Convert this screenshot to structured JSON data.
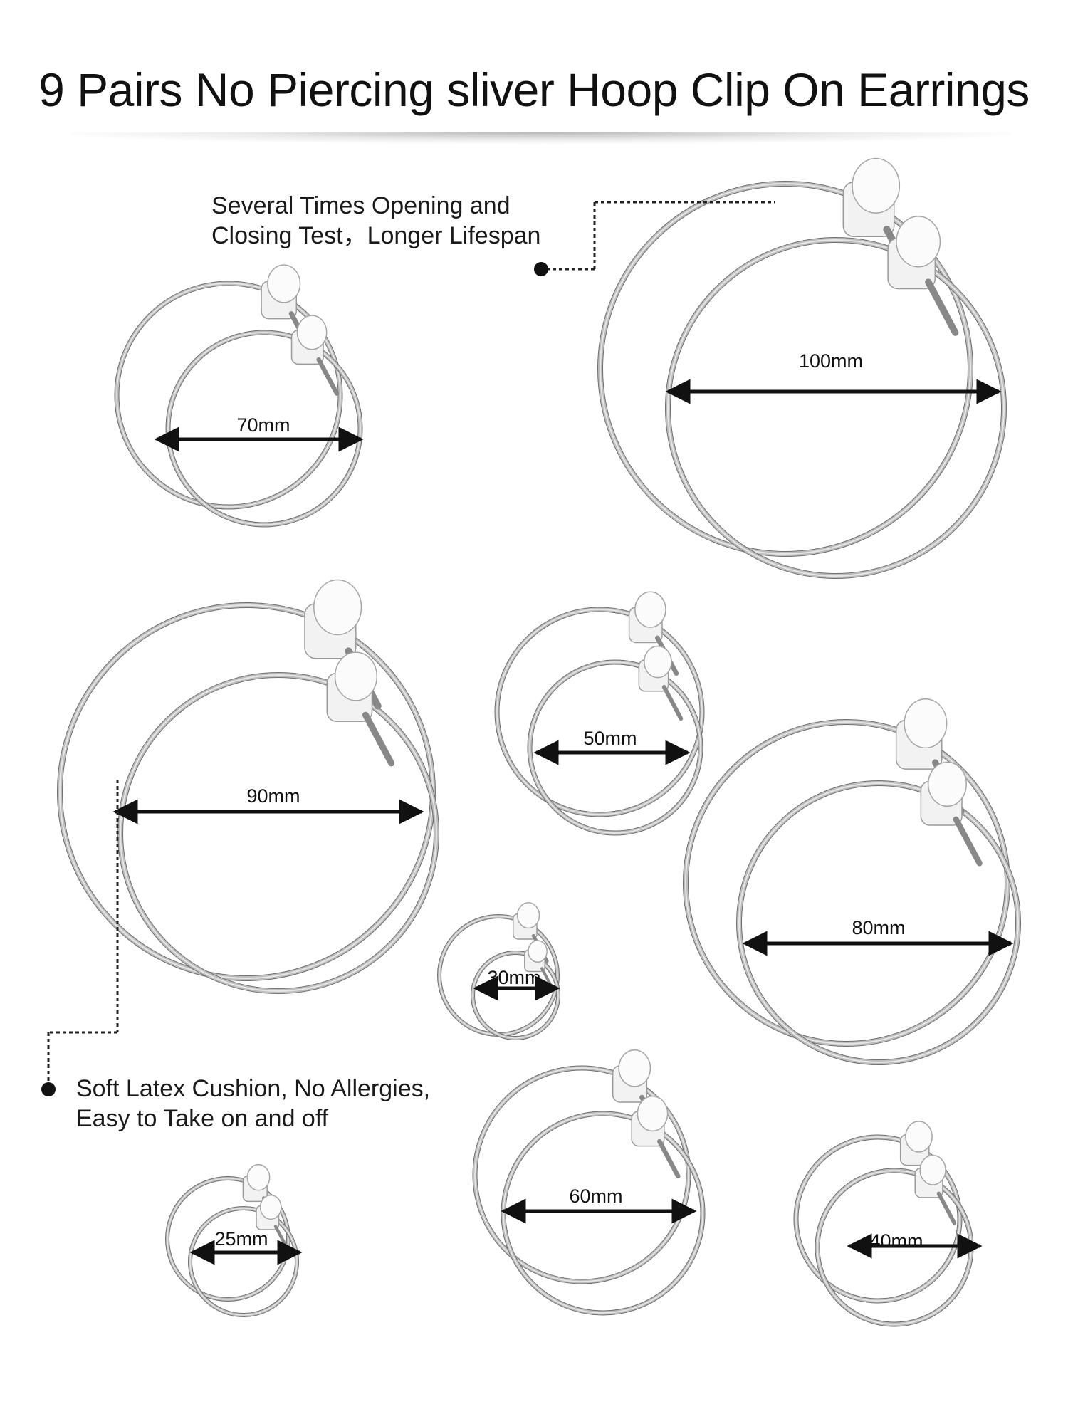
{
  "title": "9 Pairs No Piercing sliver Hoop Clip On Earrings",
  "callouts": {
    "top": {
      "line1": "Several Times Opening and",
      "line2": "Closing Test，Longer Lifespan"
    },
    "bottom": {
      "line1": "Soft Latex Cushion, No Allergies,",
      "line2": "Easy to Take on and off"
    }
  },
  "sizes": {
    "s100": "100mm",
    "s70": "70mm",
    "s90": "90mm",
    "s50": "50mm",
    "s80": "80mm",
    "s30": "30mm",
    "s60": "60mm",
    "s25": "25mm",
    "s40": "40mm"
  },
  "colors": {
    "hoop": "#8a8a8a",
    "hoop_highlight": "#e6e6e6",
    "arrow": "#111111",
    "clip": "#f2f2f2"
  },
  "icons": {
    "earring": "silver-hoop-clip-earring"
  }
}
